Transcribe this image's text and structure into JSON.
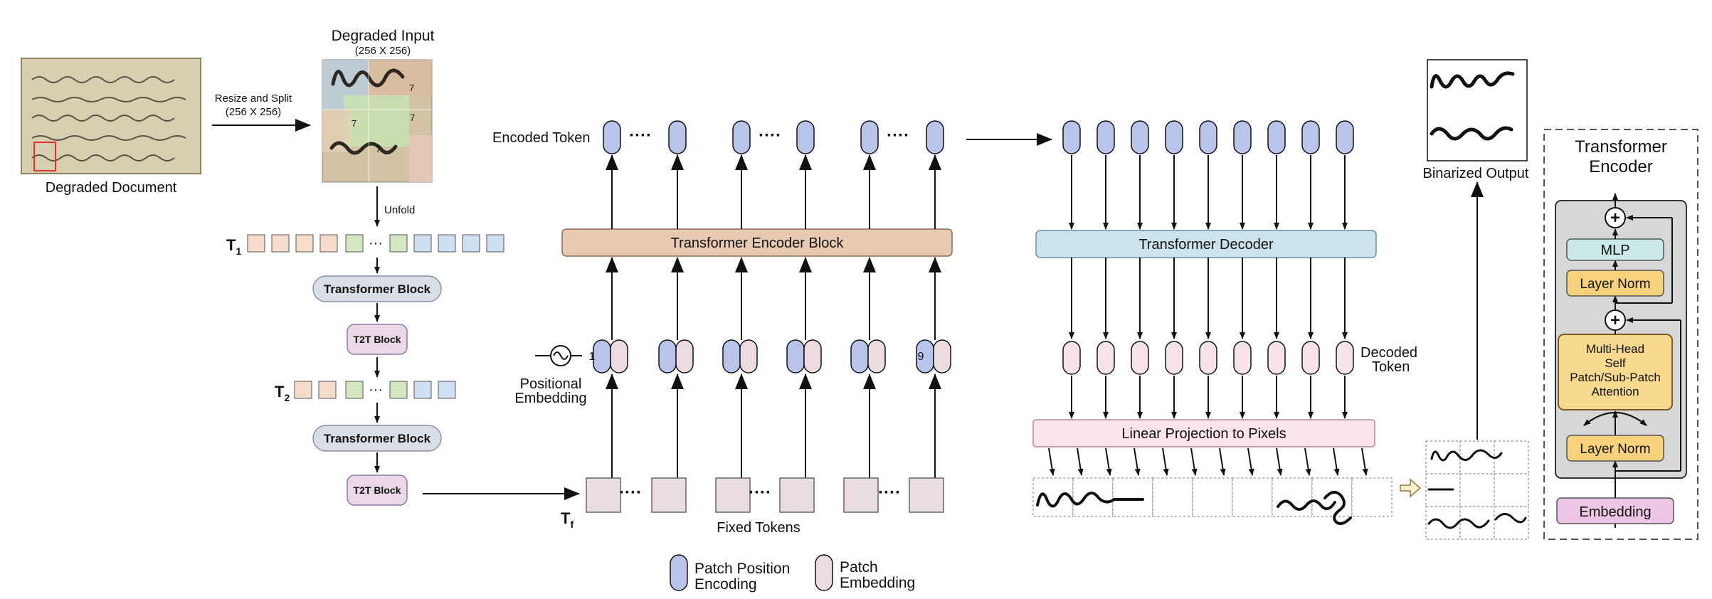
{
  "input": {
    "doc_caption": "Degraded Document",
    "resize_label_1": "Resize and Split",
    "resize_label_2": "(256 X 256)",
    "degraded_title": "Degraded Input",
    "degraded_size": "(256 X 256)",
    "patch_digit": "7",
    "unfold": "Unfold"
  },
  "t2t": {
    "t1_label": "T",
    "t1_sub": "1",
    "t2_label": "T",
    "t2_sub": "2",
    "tf_label": "T",
    "tf_sub": "f",
    "transformer_block": "Transformer Block",
    "t2t_block": "T2T Block",
    "ellipsis": "···"
  },
  "encoder": {
    "encoded_token": "Encoded Token",
    "block_label": "Transformer Encoder Block",
    "pos_emb_1": "Positional",
    "pos_emb_2": "Embedding",
    "first_index": "1",
    "last_index": "9",
    "fixed_tokens": "Fixed Tokens",
    "dots": "····"
  },
  "decoder": {
    "block_label": "Transformer Decoder",
    "decoded_1": "Decoded",
    "decoded_2": "Token",
    "projection": "Linear Projection to Pixels",
    "binarized": "Binarized Output"
  },
  "legend": {
    "pos_1": "Patch Position",
    "pos_2": "Encoding",
    "emb_1": "Patch",
    "emb_2": "Embedding"
  },
  "encoder_detail": {
    "title_1": "Transformer",
    "title_2": "Encoder",
    "mlp": "MLP",
    "layer_norm": "Layer Norm",
    "attn_1": "Multi-Head",
    "attn_2": "Self",
    "attn_3": "Patch/Sub-Patch",
    "attn_4": "Attention",
    "embedding": "Embedding",
    "plus": "+"
  },
  "colors": {
    "blue_token": "#b9c4ea",
    "pink_token": "#f6e3ea",
    "encoder_block": "#e8c9b1",
    "decoder_block": "#cde3ec",
    "projection": "#fbe3ea",
    "mlp": "#cbe9e9",
    "layer_norm": "#f6d27c",
    "attention": "#f6d88f",
    "embedding": "#ecc6e4",
    "transformer_block": "#d9dde6"
  }
}
